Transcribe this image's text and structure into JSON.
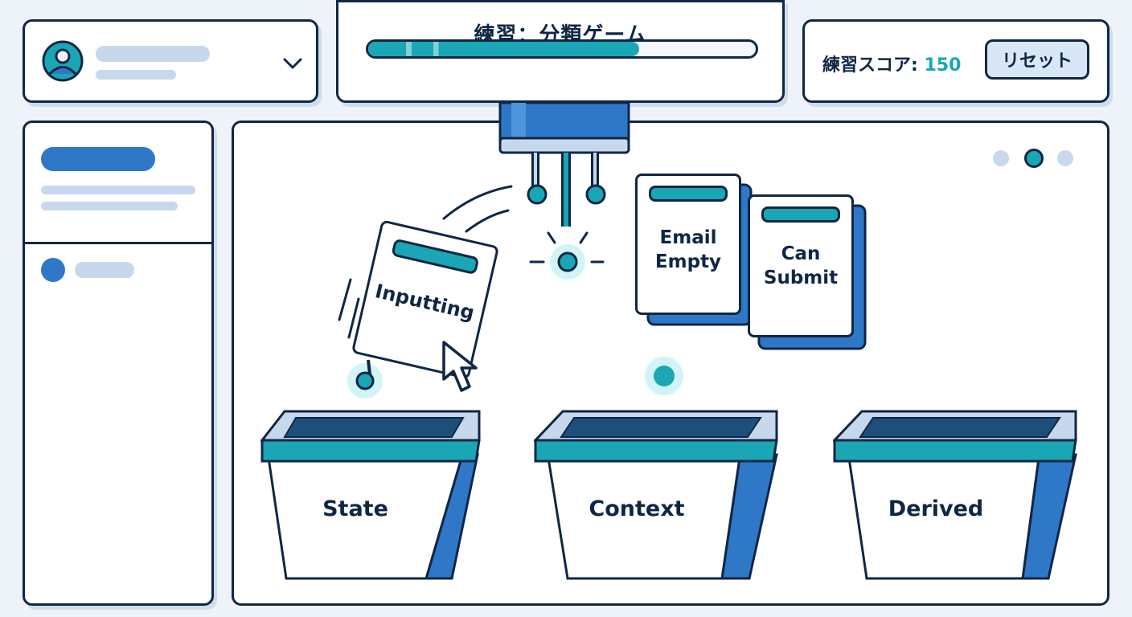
{
  "header": {
    "title": "練習：分類ゲーム",
    "progress": 0.7,
    "score_label": "練習スコア:",
    "score_value": "150",
    "reset_label": "リセット"
  },
  "cards": {
    "dragging": "Inputting",
    "stack1_line1": "Email",
    "stack1_line2": "Empty",
    "stack2_line1": "Can",
    "stack2_line2": "Submit"
  },
  "bins": [
    {
      "label": "State"
    },
    {
      "label": "Context"
    },
    {
      "label": "Derived"
    }
  ],
  "pagination": {
    "count": 3,
    "active": 1
  },
  "colors": {
    "navy": "#0f2745",
    "teal": "#1aa6b5",
    "blue": "#2f78c8",
    "skeleton": "#c8d8ec"
  },
  "icons": [
    "user-avatar-icon",
    "chevron-down-icon",
    "cursor-arrow-icon"
  ]
}
